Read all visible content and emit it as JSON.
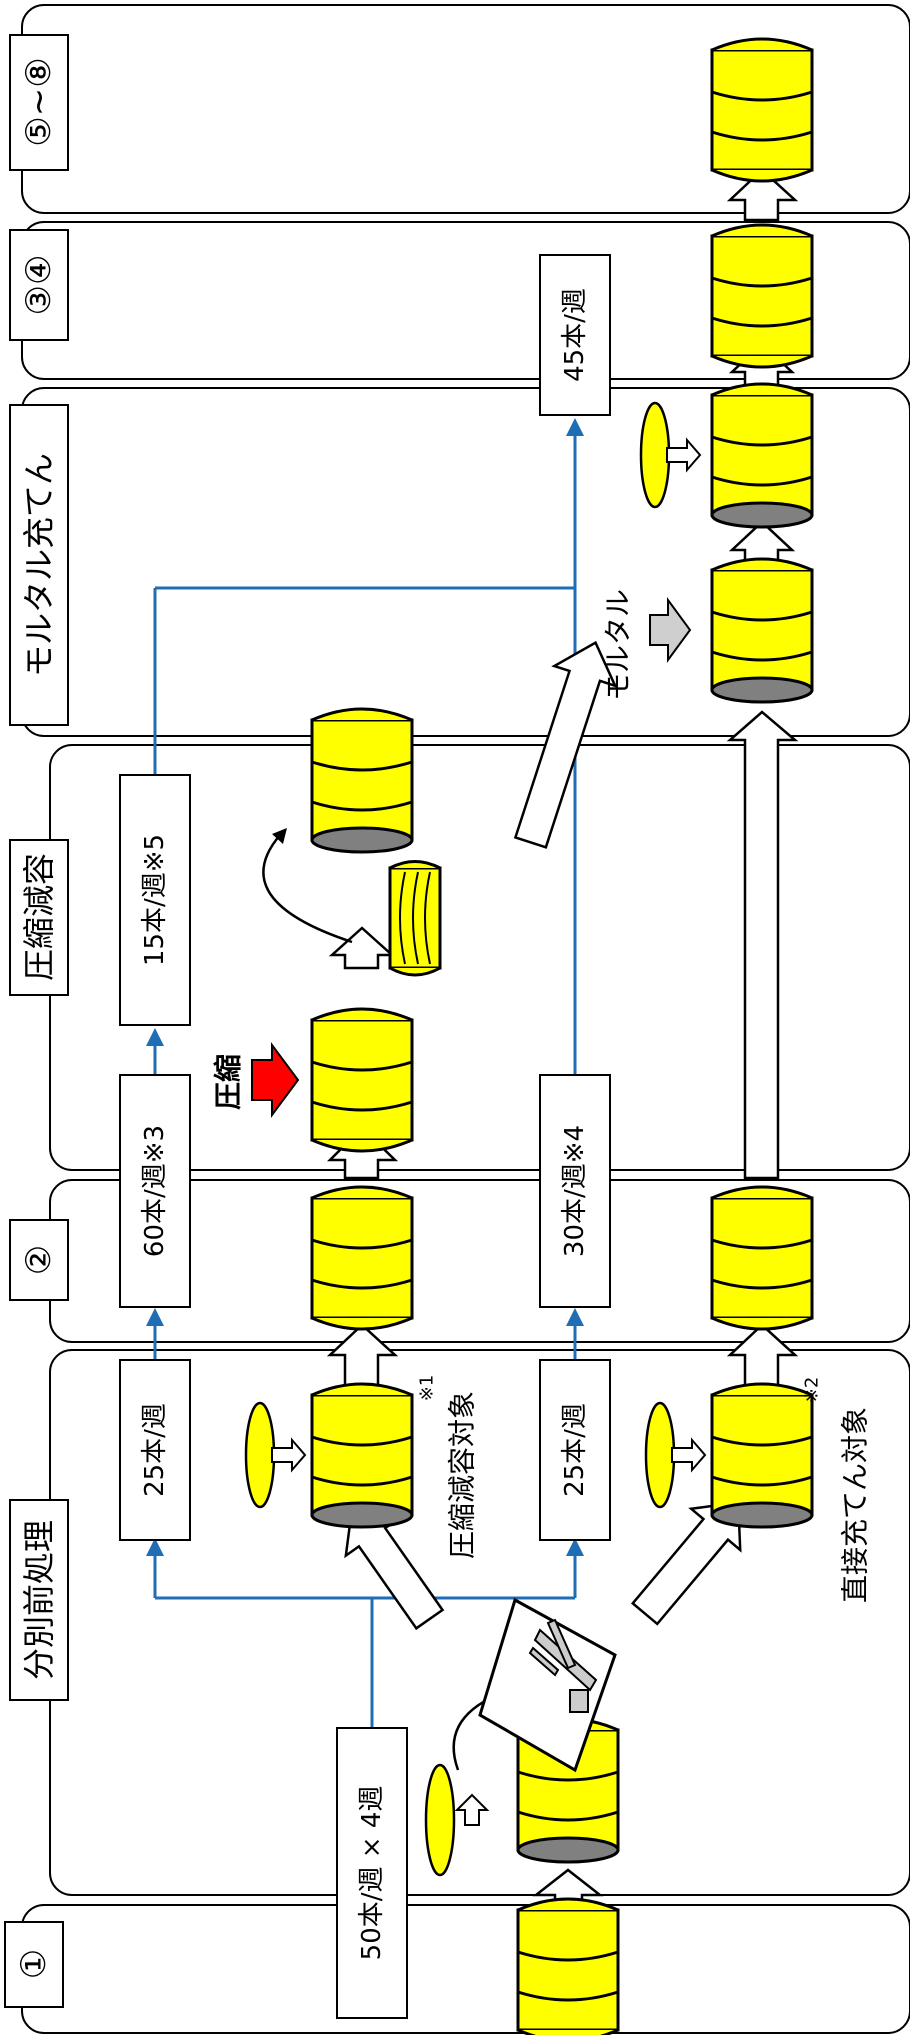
{
  "stages": {
    "s1": "①",
    "s2": "分別前処理",
    "s3": "②",
    "s4": "圧縮減容",
    "s5": "モルタル充てん",
    "s6": "③④",
    "s7": "⑤~⑧"
  },
  "flows": {
    "input": "50本/週 × 4週",
    "compress_split": "25本/週",
    "direct_split": "25本/週",
    "compress_stage2": "60本/週※3",
    "direct_stage2": "30本/週※4",
    "after_compress": "15本/週※5",
    "final_output": "45本/週"
  },
  "labels": {
    "compress_target": "圧縮減容対象",
    "direct_target": "直接充てん対象",
    "note1": "※1",
    "note2": "※2",
    "compress_action": "圧縮",
    "mortar": "モルタル"
  },
  "colors": {
    "drum_fill": "#ffff00",
    "line_blue": "#1f6eb5",
    "press_red": "#ff0000",
    "lid_grey": "#808080",
    "mortar_grey": "#cfcfcf"
  }
}
